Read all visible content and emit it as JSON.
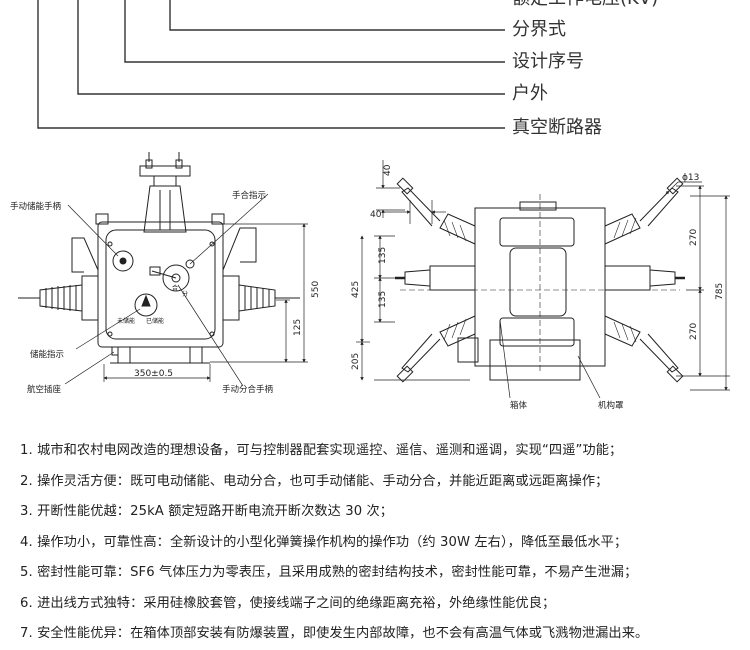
{
  "legend": {
    "lines": [
      "额定工作电压(KV)",
      "分界式",
      "设计序号",
      "户外",
      "真空断路器"
    ]
  },
  "side_view": {
    "labels": {
      "manual_charge_handle": "手动储能手柄",
      "closing_indicator": "手合指示",
      "charge_indicator": "储能指示",
      "aviation_socket": "航空插座",
      "manual_trip_handle": "手动分合手柄",
      "charged_mark": "已储能",
      "uncharged_mark": "未储能",
      "close_mark": "合",
      "open_mark": "分"
    },
    "dimensions": {
      "width": "350±0.5",
      "height_total": "550",
      "height_lower": "125"
    }
  },
  "top_view": {
    "labels": {
      "box": "箱体",
      "mechanism_cover": "机构罩"
    },
    "dimensions": {
      "top_40a": "40",
      "top_40b": "40",
      "hole": "ϕ13",
      "d135a": "135",
      "d135b": "135",
      "d425": "425",
      "d205": "205",
      "d270a": "270",
      "d270b": "270",
      "d785": "785"
    }
  },
  "features": [
    "1. 城市和农村电网改造的理想设备，可与控制器配套实现遥控、遥信、遥测和遥调，实现“四遥”功能；",
    "2. 操作灵活方便：既可电动储能、电动分合，也可手动储能、手动分合，并能近距离或远距离操作；",
    "3. 开断性能优越：25kA 额定短路开断电流开断次数达 30 次；",
    "4. 操作功小，可靠性高：全新设计的小型化弹簧操作机构的操作功（约 30W 左右），降低至最低水平；",
    "5. 密封性能可靠：SF6 气体压力为零表压，且采用成熟的密封结构技术，密封性能可靠，不易产生泄漏；",
    "6. 进出线方式独特：采用硅橡胶套管，使接线端子之间的绝缘距离充裕，外绝缘性能优良；",
    "7. 安全性能优异：在箱体顶部安装有防爆装置，即使发生内部故障，也不会有高温气体或飞溅物泄漏出来。"
  ]
}
